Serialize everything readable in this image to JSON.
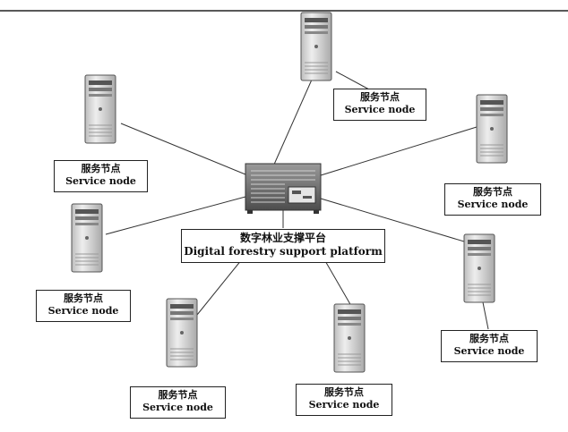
{
  "diagram": {
    "center": {
      "label_zh": "数字林业支撑平台",
      "label_en": "Digital forestry support platform"
    },
    "nodes": [
      {
        "id": "top",
        "label_zh": "服务节点",
        "label_en": "Service node"
      },
      {
        "id": "upper-left",
        "label_zh": "服务节点",
        "label_en": "Service node"
      },
      {
        "id": "upper-right",
        "label_zh": "服务节点",
        "label_en": "Service node"
      },
      {
        "id": "middle-left",
        "label_zh": "服务节点",
        "label_en": "Service node"
      },
      {
        "id": "middle-right",
        "label_zh": "服务节点",
        "label_en": "Service node"
      },
      {
        "id": "bottom-left",
        "label_zh": "服务节点",
        "label_en": "Service node"
      },
      {
        "id": "bottom-right",
        "label_zh": "服务节点",
        "label_en": "Service node"
      }
    ],
    "colors": {
      "line": "#333333",
      "tower_body": "#d9d9d9",
      "tower_edge": "#555555",
      "platform": "#6f6f6f"
    }
  }
}
